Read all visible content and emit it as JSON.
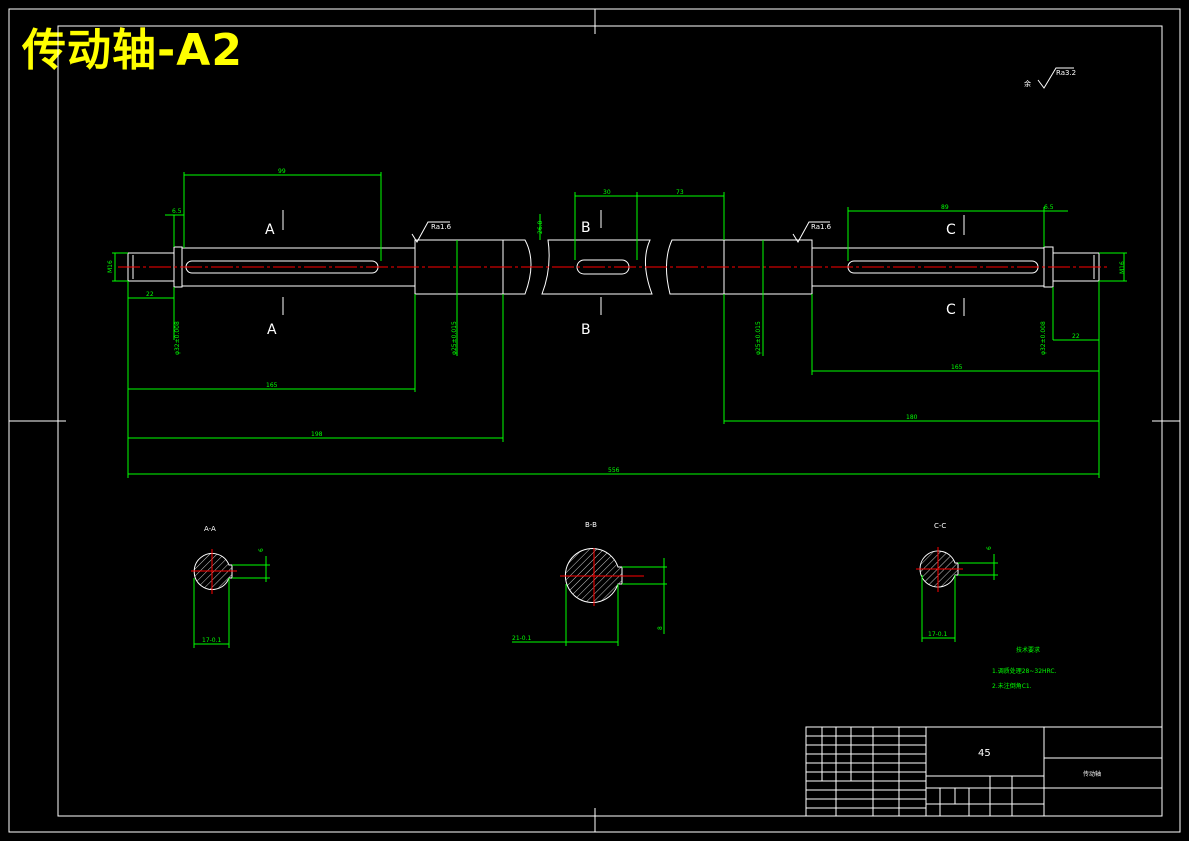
{
  "title": "传动轴-A2",
  "roughness_general": {
    "label": "余",
    "value": "Ra3.2"
  },
  "roughness_marks": [
    "Ra1.6",
    "Ra1.6"
  ],
  "section_labels": {
    "a": "A",
    "b": "B",
    "c": "C"
  },
  "section_titles": {
    "a": "A-A",
    "b": "B-B",
    "c": "C-C"
  },
  "dims": {
    "d99": "99",
    "d30": "30",
    "d73": "73",
    "d89": "89",
    "d65l": "6.5",
    "d65r": "6.5",
    "d22l": "22",
    "d22r": "22",
    "d165l": "165",
    "d165r": "165",
    "d198": "198",
    "d180": "180",
    "d556": "556",
    "m16l": "M16",
    "m16r": "M16",
    "phi32l": "φ32±0.008",
    "phi32r": "φ32±0.008",
    "phi25l": "φ25±0.015",
    "phi25r": "φ25±0.015",
    "k268": "26.8",
    "s17a": "17-0.1",
    "s6a": "6",
    "s21b": "21-0.1",
    "s8b": "8",
    "s17c": "17-0.1",
    "s6c": "6"
  },
  "tech_req": {
    "heading": "技术要求",
    "items": [
      "1.调质处理28~32HRC.",
      "2.未注倒角C1."
    ]
  },
  "title_block": {
    "material": "45",
    "part_name": "传动轴"
  }
}
